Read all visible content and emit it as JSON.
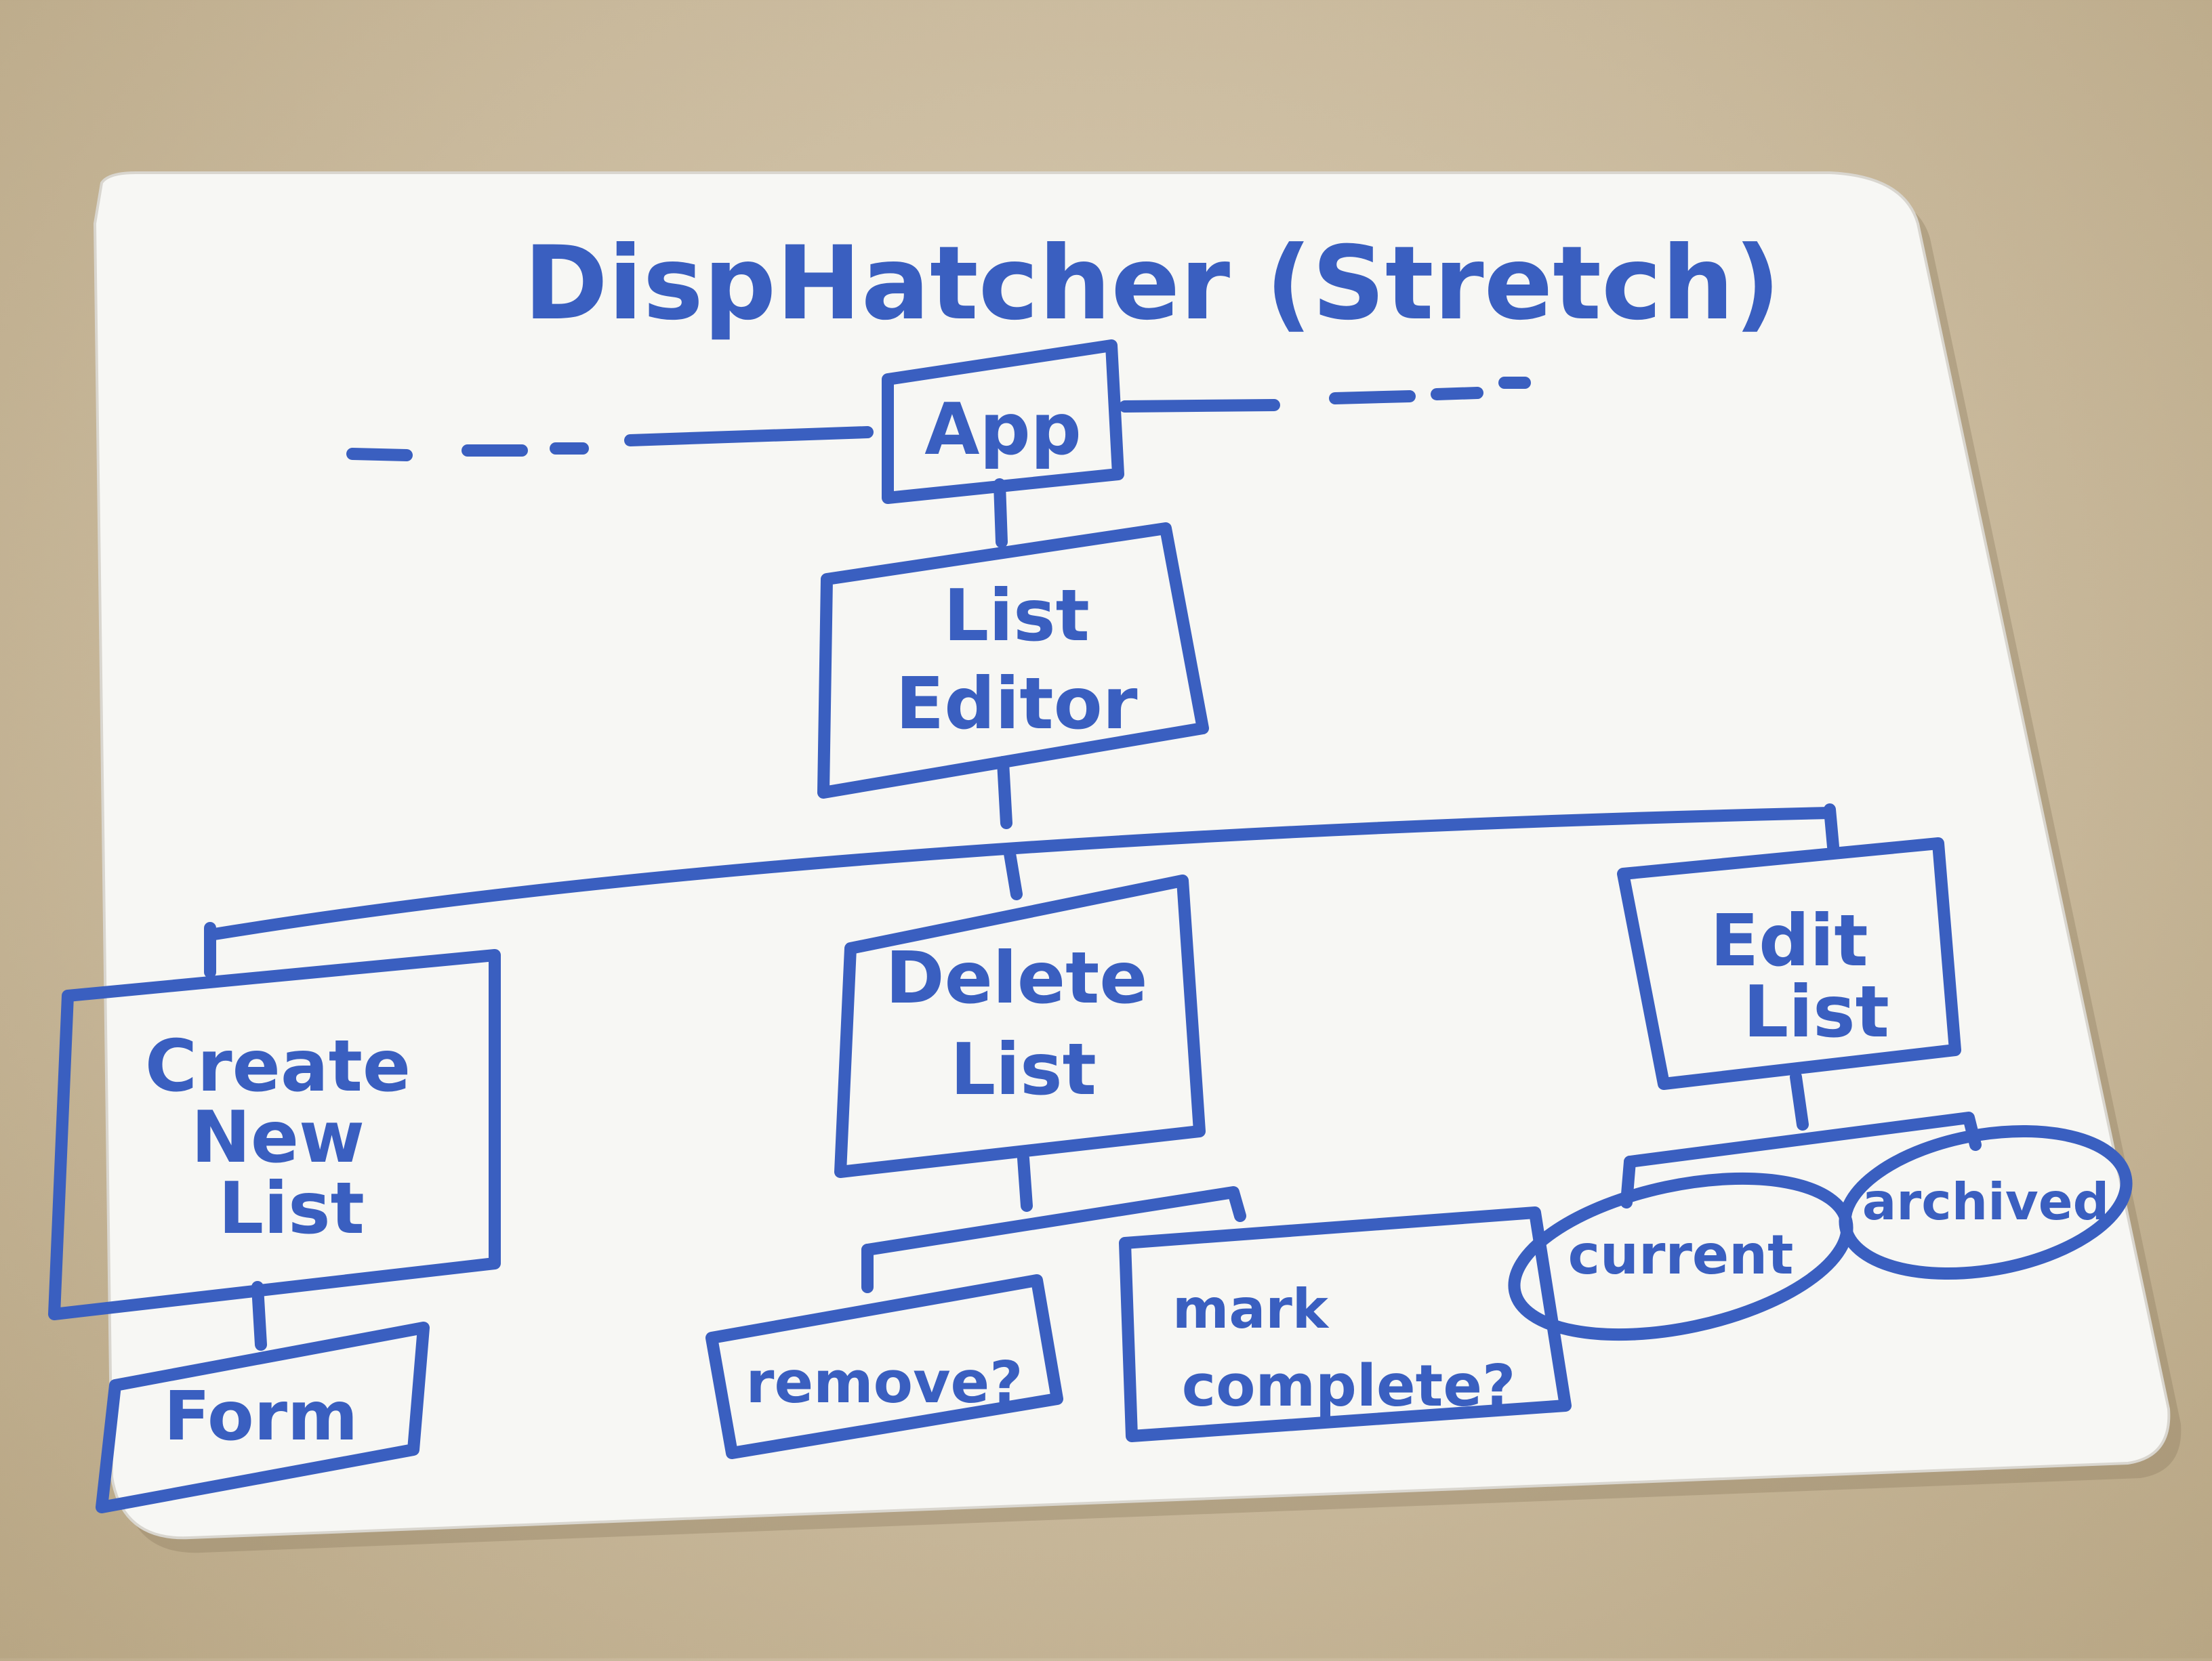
{
  "title": "DispHatcher (Stretch)",
  "ink_color": "#3a5fc0",
  "board_color": "#f7f7f4",
  "nodes": {
    "app": "App",
    "list_editor": [
      "List",
      "Editor"
    ],
    "create_new_list": [
      "Create",
      "New",
      "List"
    ],
    "delete_list": [
      "Delete",
      "List"
    ],
    "edit_list": [
      "Edit",
      "List"
    ],
    "form": "Form",
    "remove": "remove?",
    "mark_complete": [
      "mark",
      "complete?"
    ],
    "current": "current",
    "archived": "archived"
  }
}
